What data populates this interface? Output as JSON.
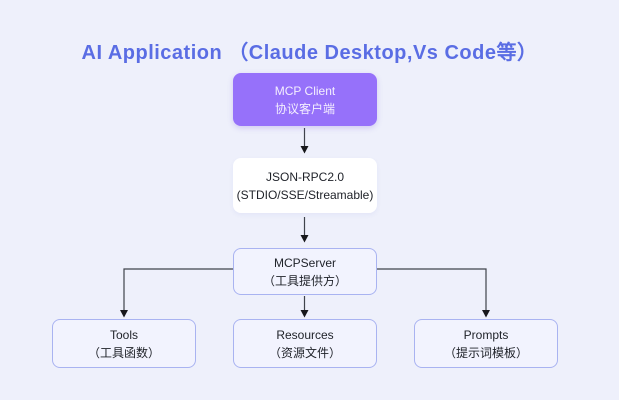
{
  "title": "AI Application （Claude Desktop,Vs Code等）",
  "colors": {
    "background": "#EEF0FB",
    "title_text": "#5A6DE4",
    "client_box_fill": "#9671FA",
    "client_box_text": "#F4EFFE",
    "plain_box_fill": "#FFFFFF",
    "outlined_box_fill": "#F2F3FE",
    "outlined_box_border": "#A9B3F1",
    "node_text": "#1E2128",
    "connector": "#3F434B"
  },
  "nodes": {
    "client": {
      "line1": "MCP Client",
      "line2": "协议客户端"
    },
    "jsonrpc": {
      "line1": "JSON-RPC2.0",
      "line2": "(STDIO/SSE/Streamable)"
    },
    "server": {
      "line1": "MCPServer",
      "line2": "（工具提供方）"
    },
    "tools": {
      "line1": "Tools",
      "line2": "（工具函数）"
    },
    "resources": {
      "line1": "Resources",
      "line2": "（资源文件）"
    },
    "prompts": {
      "line1": "Prompts",
      "line2": "（提示词模板）"
    }
  },
  "edges": [
    {
      "from": "client",
      "to": "jsonrpc"
    },
    {
      "from": "jsonrpc",
      "to": "server"
    },
    {
      "from": "server",
      "to": "tools"
    },
    {
      "from": "server",
      "to": "resources"
    },
    {
      "from": "server",
      "to": "prompts"
    }
  ]
}
